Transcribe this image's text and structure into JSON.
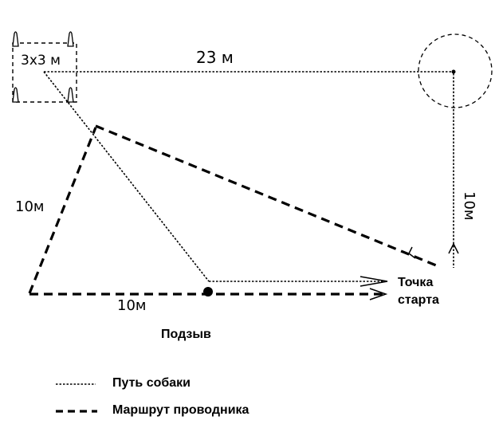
{
  "labels": {
    "square": "3x3 м",
    "distance_23": "23 м",
    "distance_10_left": "10м",
    "distance_10_bottom": "10м",
    "distance_10_right": "10м",
    "recall": "Подзыв",
    "start_line1": "Точка",
    "start_line2": "старта"
  },
  "legend": {
    "dog_path": "Путь собаки",
    "handler_route": "Маршрут проводника"
  },
  "colors": {
    "ink": "#000000",
    "background": "#ffffff"
  }
}
